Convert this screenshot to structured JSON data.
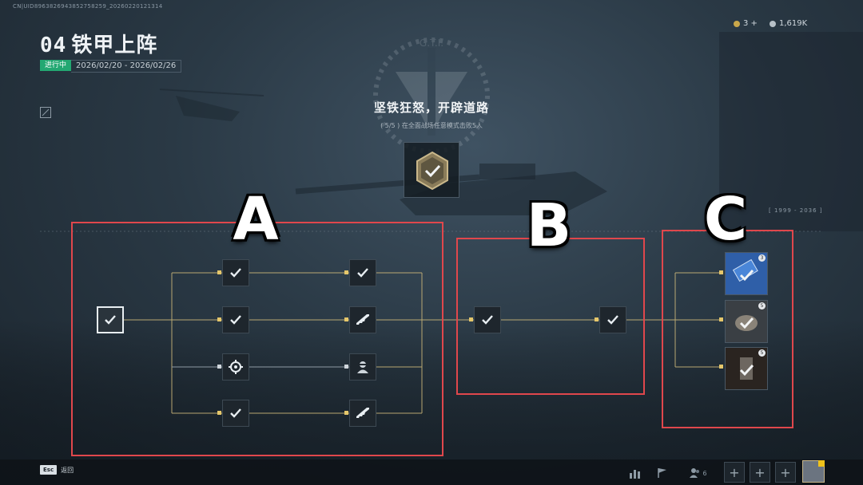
{
  "debug_text": "CN|UID8963826943852758259_20260220121314",
  "header": {
    "number": "04",
    "title": "铁甲上阵",
    "status": "进行中",
    "date_range": "2026/02/20 - 2026/02/26"
  },
  "currency": [
    {
      "value": "3 +",
      "color": "#c9a74a",
      "icon": "coin-icon"
    },
    {
      "value": "1,619K",
      "color": "#b7c0c7",
      "icon": "silver-coin-icon"
    }
  ],
  "emblem_text": "G.T.I.",
  "task": {
    "title": "坚铁狂怒，开辟道路",
    "description": "( 5/5 ) 在全面战场任意模式击败5人"
  },
  "sections": [
    {
      "label": "A"
    },
    {
      "label": "B"
    },
    {
      "label": "C"
    }
  ],
  "year_range": "[ 1999 - 2036 ]",
  "nodes": [
    {
      "name": "start-node",
      "icon": "check-icon"
    },
    {
      "name": "a-col1-row1",
      "icon": "check-icon"
    },
    {
      "name": "a-col1-row2",
      "icon": "check-icon"
    },
    {
      "name": "a-col1-row3",
      "icon": "target-icon"
    },
    {
      "name": "a-col1-row4",
      "icon": "check-icon"
    },
    {
      "name": "a-col2-row1",
      "icon": "check-icon"
    },
    {
      "name": "a-col2-row2",
      "icon": "rifle-icon"
    },
    {
      "name": "a-col2-row3",
      "icon": "operator-icon"
    },
    {
      "name": "a-col2-row4",
      "icon": "rifle-icon"
    },
    {
      "name": "b-node-1",
      "icon": "check-icon"
    },
    {
      "name": "b-node-2",
      "icon": "check-icon"
    }
  ],
  "prizes": [
    {
      "name": "prize-card",
      "tag": "3",
      "color": "#2f5fa8"
    },
    {
      "name": "prize-item",
      "tag": "5",
      "color": "#3a3f44"
    },
    {
      "name": "prize-keychain",
      "tag": "5",
      "color": "#2a2420"
    }
  ],
  "footer": {
    "esc_key": "Esc",
    "back_label": "返回",
    "team_count": "6",
    "add_slot_label": "+"
  },
  "colors": {
    "accent_line": "#e5c76b",
    "red_box": "#e0474c",
    "status_green": "#23a872"
  }
}
